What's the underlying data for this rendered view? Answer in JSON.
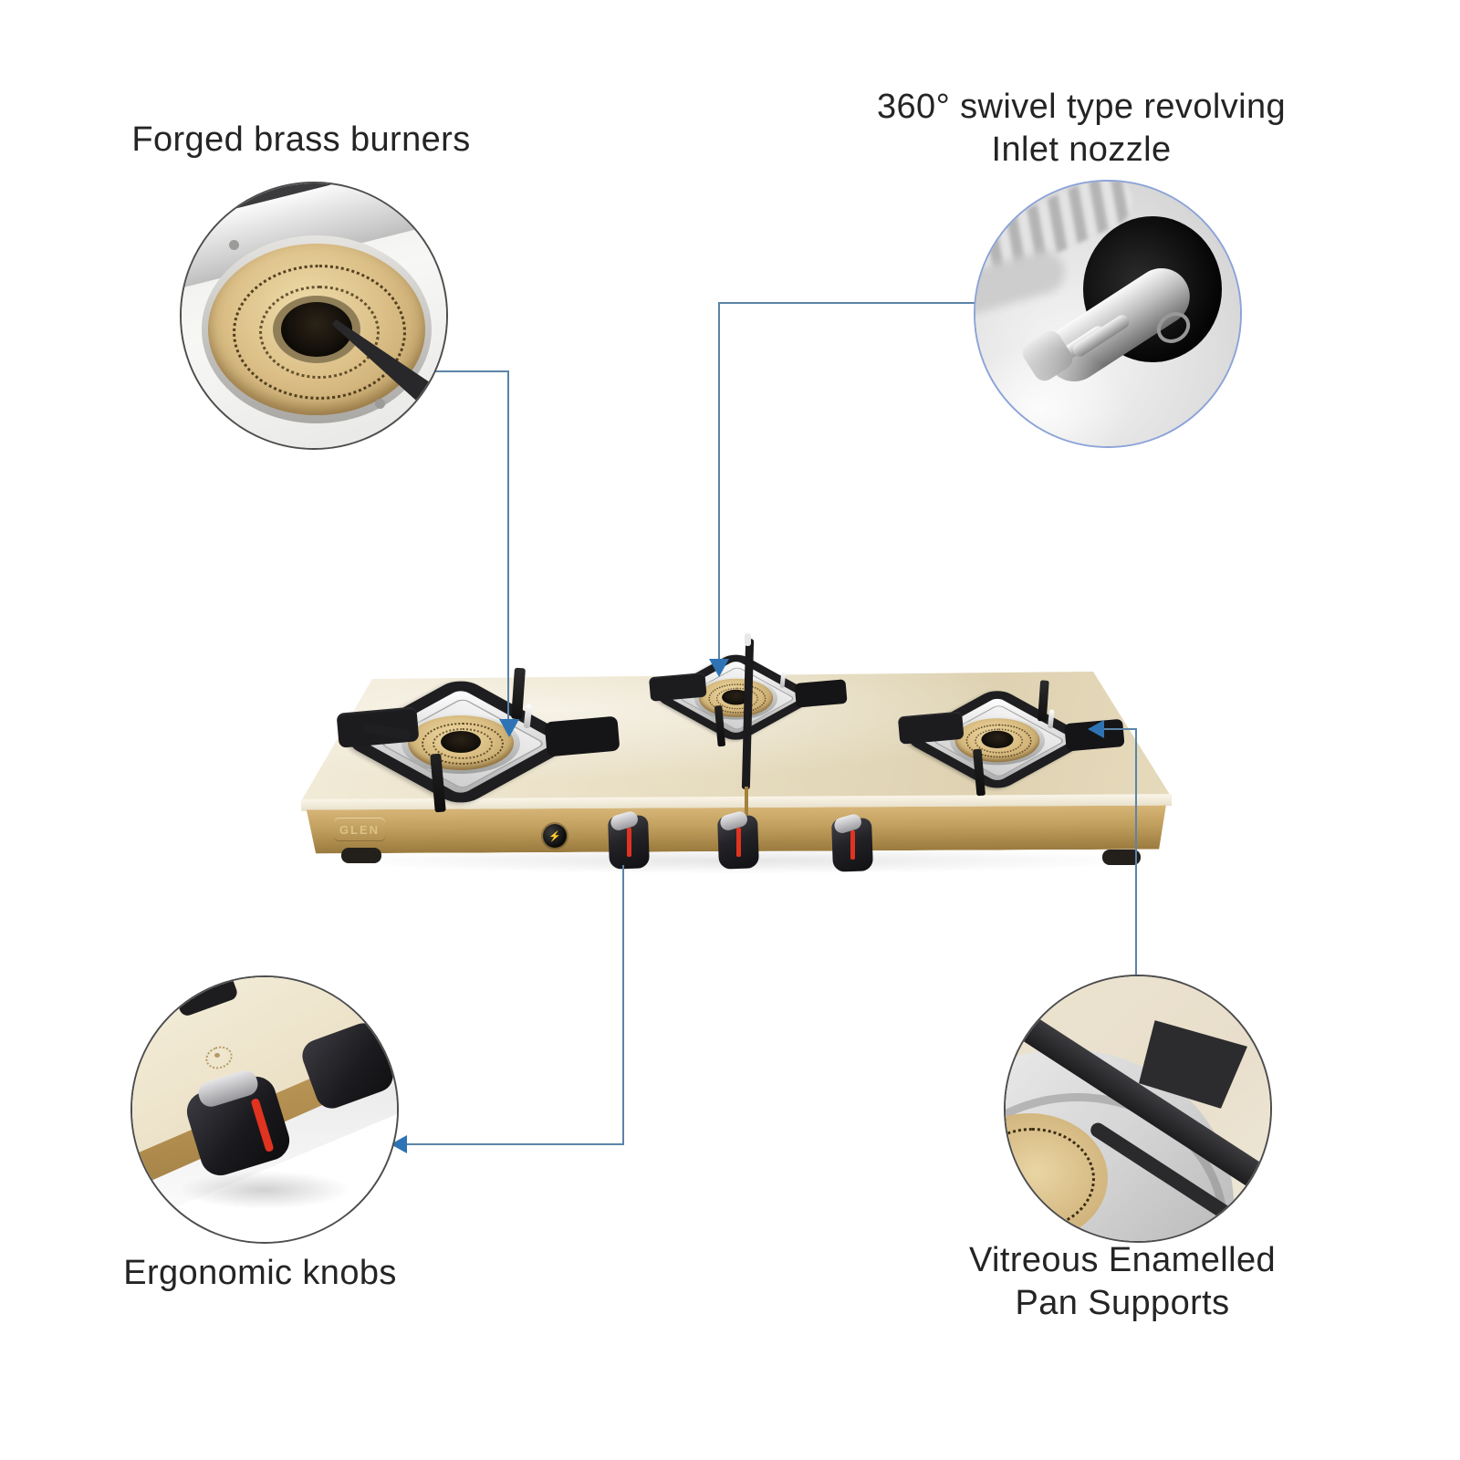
{
  "page": {
    "background": "#ffffff"
  },
  "callouts": {
    "burners": {
      "label": "Forged brass burners"
    },
    "nozzle": {
      "line1": "360° swivel type revolving",
      "line2": "Inlet nozzle"
    },
    "knobs": {
      "label": "Ergonomic knobs"
    },
    "pan_supports": {
      "line1": "Vitreous Enamelled",
      "line2": "Pan Supports"
    }
  },
  "stove": {
    "brand_badge": "GLEN",
    "burner_count": "3",
    "knob_count": "3",
    "ignition_icon": "lightning-bolt-icon",
    "ignition_glyph": "⚡"
  },
  "colors": {
    "arrow_accent": "#2e74b5",
    "connector_line": "#5b84a8",
    "nozzle_circle_border": "#8ca3d8",
    "inset_circle_border": "#4d4d4d",
    "glass_beige": "#e9dfc4",
    "gold_band": "#c2a05f",
    "brass": "#d9bd82",
    "knob_red": "#e23320"
  }
}
